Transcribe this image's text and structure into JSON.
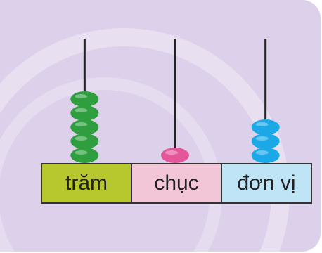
{
  "abacus": {
    "columns": [
      {
        "label": "trăm",
        "bead_count": 5,
        "bead_color": "#2f9e3f",
        "cell_color": "#b6c82e"
      },
      {
        "label": "chục",
        "bead_count": 1,
        "bead_color": "#e4569a",
        "cell_color": "#f2c6d6"
      },
      {
        "label": "đơn vị",
        "bead_count": 3,
        "bead_color": "#1aa8e6",
        "cell_color": "#bfe4f6"
      }
    ]
  }
}
